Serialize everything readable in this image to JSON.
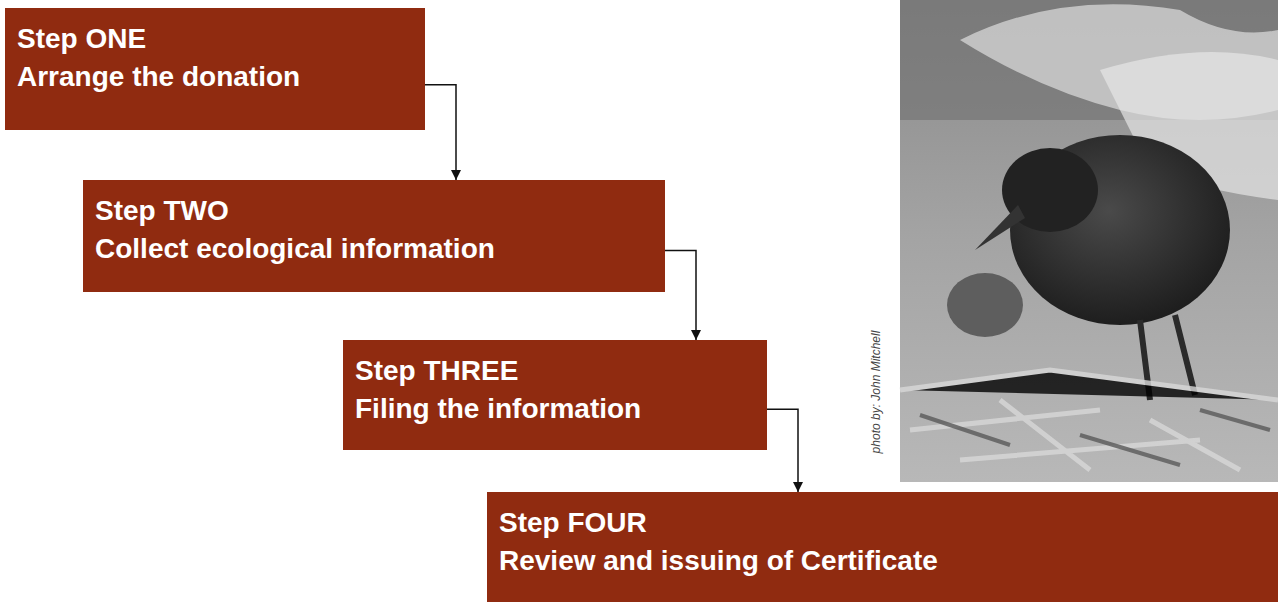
{
  "diagram": {
    "nodes": [
      {
        "text": [
          "Step ONE",
          "Arrange the donation"
        ]
      },
      {
        "text": [
          "Step TWO",
          "Collect ecological information"
        ]
      },
      {
        "text": [
          "Step THREE",
          "Filing the information"
        ]
      },
      {
        "text": [
          "Step FOUR",
          "Review and issuing of Certificate"
        ]
      }
    ],
    "edges": [
      {
        "from": 0,
        "to": 1,
        "arrow": "to"
      },
      {
        "from": 1,
        "to": 2,
        "arrow": "to"
      },
      {
        "from": 2,
        "to": 3,
        "arrow": "to"
      }
    ],
    "labels": [
      "photo by: John Mitchell"
    ]
  }
}
